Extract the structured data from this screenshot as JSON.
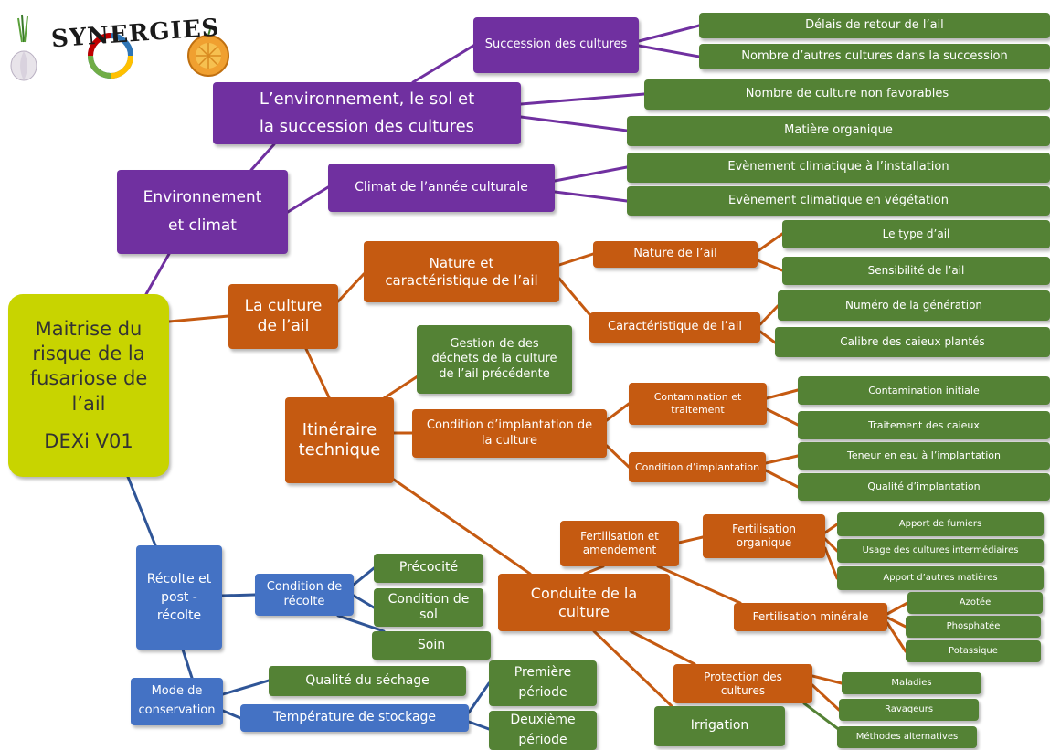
{
  "logo": {
    "text": "SYNERGIES"
  },
  "colors": {
    "purple": "#7030a0",
    "green": "#548235",
    "orange": "#c55a11",
    "blue": "#4472c4",
    "yellow": "#c8d400",
    "link_purple": "#7030a0",
    "link_orange": "#c55a11",
    "link_blue": "#2f5597",
    "link_green": "#548235"
  },
  "diagram": {
    "root": {
      "label": "Maitrise du\nrisque de la\nfusariose de\nl’ail",
      "version": "DEXi V01"
    },
    "env": {
      "label": "Environnement\net climat",
      "sol": {
        "label": "L’environnement, le sol et\nla succession des cultures",
        "succession": {
          "label": "Succession des cultures",
          "delais": "Délais de retour de l’ail",
          "nombre_autres": "Nombre d’autres cultures dans la succession"
        },
        "non_favorables": "Nombre de culture non favorables",
        "matiere_org": "Matière organique"
      },
      "climat": {
        "label": "Climat de l’année culturale",
        "installation": "Evènement climatique à l’installation",
        "vegetation": "Evènement climatique en végétation"
      }
    },
    "culture_ail": {
      "label": "La culture\nde l’ail",
      "nature_carac": {
        "label": "Nature et\ncaractéristique de l’ail",
        "nature": {
          "label": "Nature de l’ail",
          "type": "Le type d’ail",
          "sensibilite": "Sensibilité de l’ail"
        },
        "carac": {
          "label": "Caractéristique de l’ail",
          "numero": "Numéro de la génération",
          "calibre": "Calibre des caieux plantés"
        }
      }
    },
    "itineraire": {
      "label": "Itinéraire\ntechnique",
      "gestion_dechets": "Gestion de des\ndéchets de la culture\nde l’ail précédente",
      "implantation": {
        "label": "Condition d’implantation de\nla culture",
        "contamination": {
          "label": "Contamination et\ntraitement",
          "initiale": "Contamination initiale",
          "traitement": "Traitement des caieux"
        },
        "condition": {
          "label": "Condition d’implantation",
          "teneur": "Teneur en eau à l’implantation",
          "qualite": "Qualité d’implantation"
        }
      },
      "conduite": {
        "label": "Conduite de la\nculture",
        "fertilisation": {
          "label": "Fertilisation et\namendement",
          "organique": {
            "label": "Fertilisation\norganique",
            "fumiers": "Apport de fumiers",
            "intermediaires": "Usage des cultures intermédiaires",
            "autres": "Apport d’autres matières"
          },
          "minerale": {
            "label": "Fertilisation minérale",
            "azotee": "Azotée",
            "phosphatee": "Phosphatée",
            "potassique": "Potassique"
          }
        },
        "protection": {
          "label": "Protection des\ncultures",
          "maladies": "Maladies",
          "ravageurs": "Ravageurs",
          "alternatives": "Méthodes alternatives"
        },
        "irrigation": "Irrigation"
      }
    },
    "recolte": {
      "label": "Récolte et\npost -\nrécolte",
      "condition": {
        "label": "Condition de\nrécolte",
        "precocite": "Précocité",
        "sol": "Condition de\nsol",
        "soin": "Soin"
      },
      "conservation": {
        "label": "Mode de\nconservation",
        "sechage": "Qualité du séchage",
        "temperature": {
          "label": "Température de stockage",
          "premiere": "Première\npériode",
          "deuxieme": "Deuxième\npériode"
        }
      }
    }
  }
}
